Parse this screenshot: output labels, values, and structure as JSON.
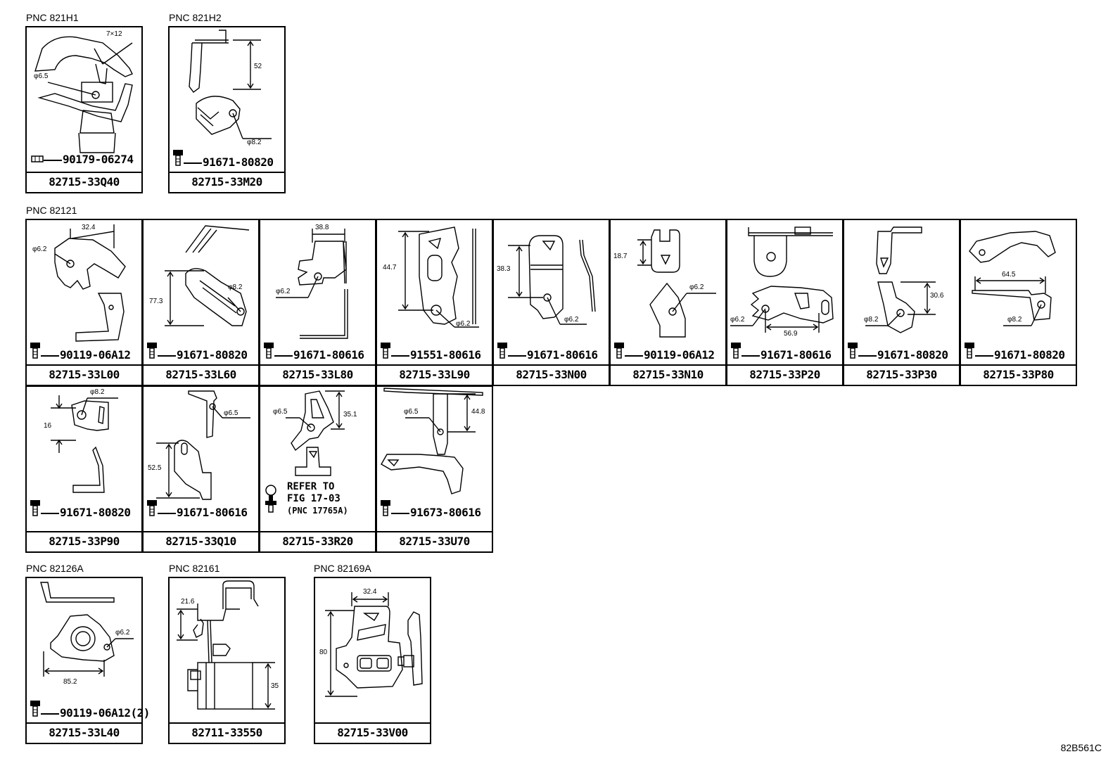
{
  "groups": [
    {
      "pnc": "PNC 821H1"
    },
    {
      "pnc": "PNC 821H2"
    },
    {
      "pnc": "PNC 82121"
    },
    {
      "pnc": "PNC 82126A"
    },
    {
      "pnc": "PNC 82161"
    },
    {
      "pnc": "PNC 82169A"
    }
  ],
  "parts": [
    {
      "part_no": "82715-33Q40",
      "fastener": "90179-06274",
      "fastener_icon": "nut-icon",
      "dims": [
        "7×12",
        "φ6.5"
      ]
    },
    {
      "part_no": "82715-33M20",
      "fastener": "91671-80820",
      "fastener_icon": "bolt-icon",
      "dims": [
        "52",
        "φ8.2"
      ]
    },
    {
      "part_no": "82715-33L00",
      "fastener": "90119-06A12",
      "fastener_icon": "bolt-icon",
      "dims": [
        "32.4",
        "φ6.2"
      ]
    },
    {
      "part_no": "82715-33L60",
      "fastener": "91671-80820",
      "fastener_icon": "bolt-icon",
      "dims": [
        "77.3",
        "φ8.2"
      ]
    },
    {
      "part_no": "82715-33L80",
      "fastener": "91671-80616",
      "fastener_icon": "bolt-icon",
      "dims": [
        "38.8",
        "φ6.2"
      ]
    },
    {
      "part_no": "82715-33L90",
      "fastener": "91551-80616",
      "fastener_icon": "bolt-icon",
      "dims": [
        "44.7",
        "φ6.2"
      ]
    },
    {
      "part_no": "82715-33N00",
      "fastener": "91671-80616",
      "fastener_icon": "bolt-icon",
      "dims": [
        "38.3",
        "φ6.2"
      ]
    },
    {
      "part_no": "82715-33N10",
      "fastener": "90119-06A12",
      "fastener_icon": "bolt-icon",
      "dims": [
        "18.7",
        "φ6.2"
      ]
    },
    {
      "part_no": "82715-33P20",
      "fastener": "91671-80616",
      "fastener_icon": "bolt-icon",
      "dims": [
        "φ6.2",
        "56.9"
      ]
    },
    {
      "part_no": "82715-33P30",
      "fastener": "91671-80820",
      "fastener_icon": "bolt-icon",
      "dims": [
        "30.6",
        "φ8.2"
      ]
    },
    {
      "part_no": "82715-33P80",
      "fastener": "91671-80820",
      "fastener_icon": "bolt-icon",
      "dims": [
        "64.5",
        "φ8.2"
      ]
    },
    {
      "part_no": "82715-33P90",
      "fastener": "91671-80820",
      "fastener_icon": "bolt-icon",
      "dims": [
        "φ8.2",
        "16"
      ]
    },
    {
      "part_no": "82715-33Q10",
      "fastener": "91671-80616",
      "fastener_icon": "bolt-icon",
      "dims": [
        "φ6.5",
        "52.5"
      ]
    },
    {
      "part_no": "82715-33R20",
      "fastener": "",
      "fastener_icon": "clip-icon",
      "dims": [
        "φ6.5",
        "35.1"
      ],
      "note": [
        "REFER TO",
        "FIG 17-03",
        "(PNC 17765A)"
      ]
    },
    {
      "part_no": "82715-33U70",
      "fastener": "91673-80616",
      "fastener_icon": "bolt-icon",
      "dims": [
        "φ6.5",
        "44.8"
      ]
    },
    {
      "part_no": "82715-33L40",
      "fastener": "90119-06A12(2)",
      "fastener_icon": "bolt-icon",
      "dims": [
        "φ6.2",
        "85.2"
      ]
    },
    {
      "part_no": "82711-33550",
      "fastener": "",
      "fastener_icon": "",
      "dims": [
        "21.6",
        "35"
      ]
    },
    {
      "part_no": "82715-33V00",
      "fastener": "",
      "fastener_icon": "",
      "dims": [
        "32.4",
        "80"
      ]
    }
  ],
  "drawing_code": "82B561C"
}
